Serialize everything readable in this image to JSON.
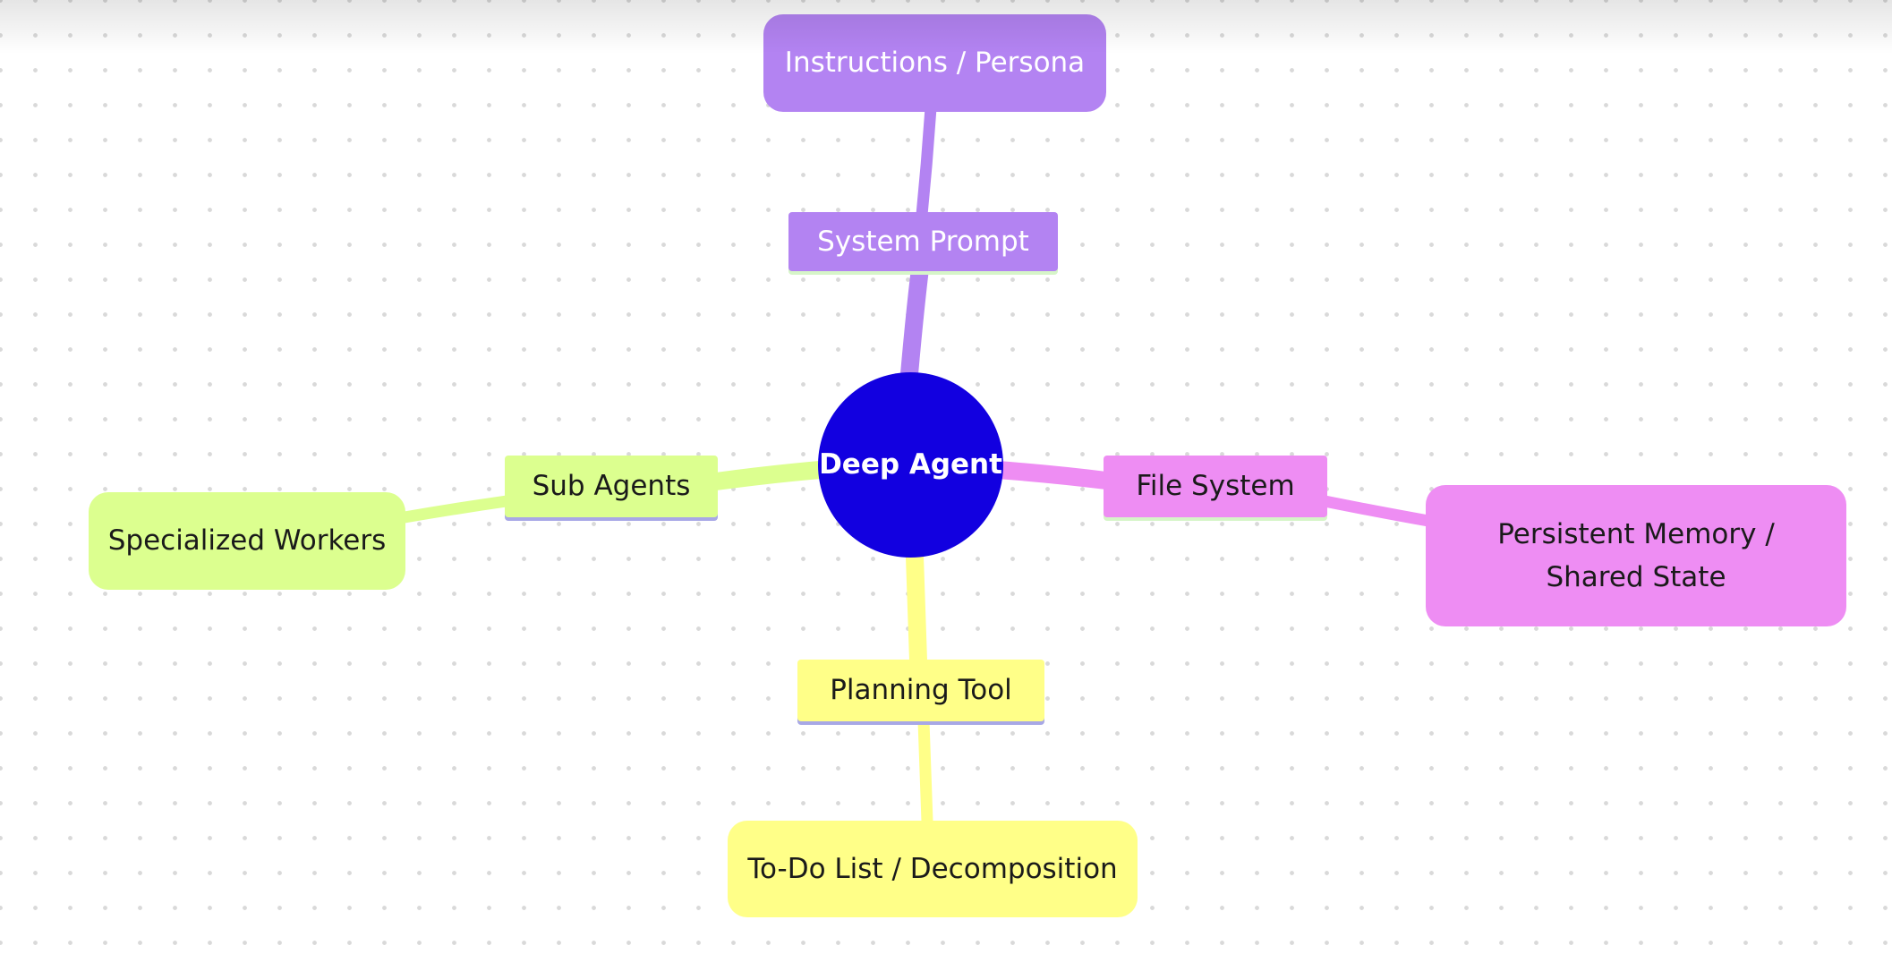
{
  "mindmap": {
    "root": {
      "label": "Deep Agent",
      "color": "#1200e0"
    },
    "branches": [
      {
        "id": "system-prompt",
        "label": "System Prompt",
        "child": "Instructions / Persona",
        "color": "#b383f2",
        "text_color": "#ffffff",
        "underline_color": "#d6f5c8"
      },
      {
        "id": "file-system",
        "label": "File System",
        "child": "Persistent Memory /\nShared State",
        "color": "#ee8df3",
        "text_color": "#1a1a1a",
        "underline_color": "#d6f5c8"
      },
      {
        "id": "planning-tool",
        "label": "Planning Tool",
        "child": "To-Do List / Decomposition",
        "color": "#ffff88",
        "text_color": "#1a1a1a",
        "underline_color": "#a8a8e6"
      },
      {
        "id": "sub-agents",
        "label": "Sub Agents",
        "child": "Specialized Workers",
        "color": "#dcff8f",
        "text_color": "#1a1a1a",
        "underline_color": "#a8a8e6"
      }
    ]
  }
}
